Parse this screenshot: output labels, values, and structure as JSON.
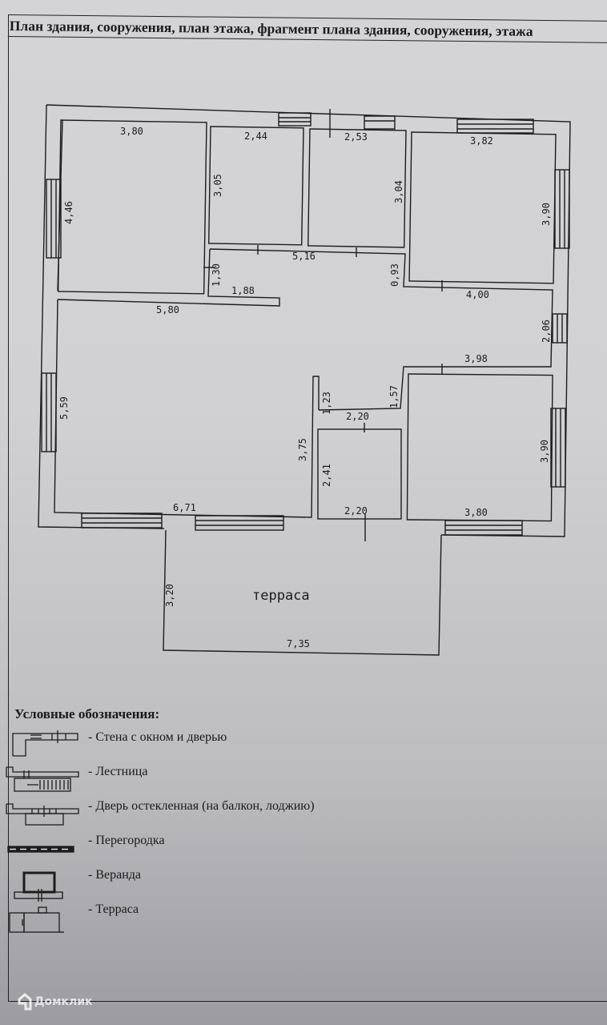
{
  "header": {
    "title": "План здания, сооружения, план этажа, фрагмент плана здания, сооружения, этажа"
  },
  "plan": {
    "dimensions": {
      "room1_width": "3,80",
      "room1_height": "4,46",
      "room2_width": "2,44",
      "room2_height": "3,05",
      "room3_width": "2,53",
      "room3_height": "3,04",
      "room4_width": "3,82",
      "room4_height": "3,90",
      "hall_width": "5,16",
      "hall_small_height": "1,30",
      "hall_small_width": "1,88",
      "hall_height": "0,93",
      "corridor_width": "4,00",
      "corridor_height": "2,06",
      "corridor_bottom": "3,98",
      "living_width_top": "5,80",
      "living_height": "5,59",
      "living_width_bottom": "6,71",
      "living_right_height": "3,75",
      "niche_height": "1,23",
      "bath_top_width": "2,20",
      "bath_height": "2,41",
      "bath_bottom_width": "2,20",
      "passage_height": "1,57",
      "room5_height": "3,90",
      "room5_width": "3,80",
      "terrace_height": "3,20",
      "terrace_width": "7,35"
    },
    "terrace_label": "терраса"
  },
  "legend": {
    "title": "Условные обозначения:",
    "items": [
      {
        "icon": "wall-window-door-icon",
        "label": "- Стена с окном и дверью"
      },
      {
        "icon": "stairs-icon",
        "label": "- Лестница"
      },
      {
        "icon": "glazed-door-icon",
        "label": "- Дверь остекленная (на балкон, лоджию)"
      },
      {
        "icon": "partition-icon",
        "label": "- Перегородка"
      },
      {
        "icon": "veranda-icon",
        "label": "- Веранда"
      },
      {
        "icon": "terrace-icon",
        "label": "- Терраса"
      }
    ]
  },
  "watermark": {
    "text": "Домклик"
  }
}
